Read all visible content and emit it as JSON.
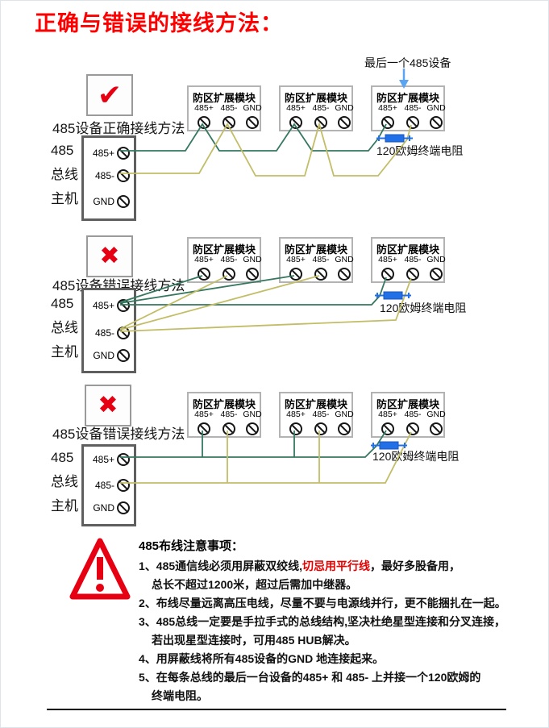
{
  "page": {
    "title": "正确与错误的接线方法：",
    "colors": {
      "title_red": "#ff0000",
      "mark_red": "#e60012",
      "wire_green": "#35785f",
      "wire_yellow": "#c2bd66",
      "resistor_blue": "#2270e8",
      "arrow_blue": "#5aa4f2"
    }
  },
  "labels": {
    "module_title": "防区扩展模块",
    "terminal_485p": "485+",
    "terminal_485m": "485-",
    "terminal_gnd": "GND",
    "host_line1": "485",
    "host_line2": "总线",
    "host_line3": "主机",
    "resistor": "120欧姆终端电阻",
    "last_device": "最后一个485设备"
  },
  "marks": {
    "check": "✔",
    "cross": "✖"
  },
  "diagrams": [
    {
      "caption": "485设备正确接线方法"
    },
    {
      "caption": "485设备错误接线方法"
    },
    {
      "caption": "485设备错误接线方法"
    }
  ],
  "notes": {
    "heading": "485布线注意事项：",
    "line1a": "1、485通信线必须用屏蔽双绞线,",
    "line1b": "切忌用平行线",
    "line1c": "，最好多股备用，",
    "line1d": "总长不超过1200米，超过后需加中继器。",
    "line2": "2、布线尽量远离高压电线，尽量不要与电源线并行，更不能捆扎在一起。",
    "line3a": "3、485总线一定要是手拉手式的总线结构,坚决杜绝星型连接和分叉连接，",
    "line3b": "若出现星型连接时，可用485 HUB解决。",
    "line4": "4、用屏蔽线将所有485设备的GND 地连接起来。",
    "line5a": "5、在每条总线的最后一台设备的485+ 和 485- 上并接一个120欧姆的",
    "line5b": "终端电阻。"
  }
}
